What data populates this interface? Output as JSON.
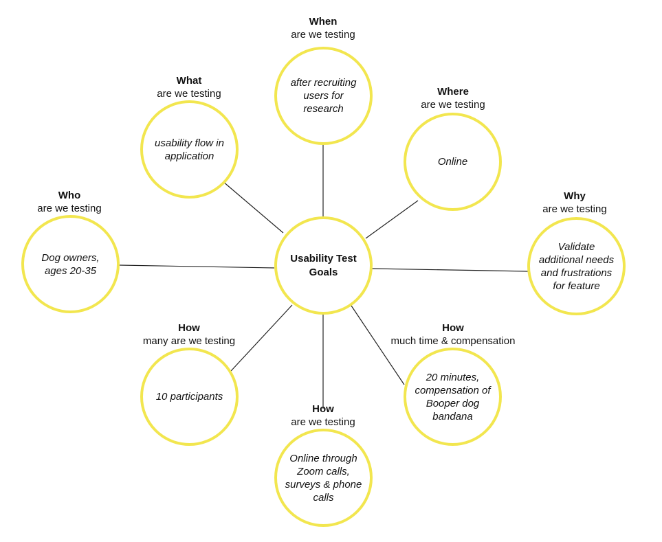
{
  "center": {
    "text": "Usability Test Goals"
  },
  "nodes": {
    "when": {
      "question": "When",
      "detail": "are we testing",
      "answer": "after recruiting users for research"
    },
    "what": {
      "question": "What",
      "detail": "are we testing",
      "answer": "usability flow in application"
    },
    "where": {
      "question": "Where",
      "detail": "are we testing",
      "answer": "Online"
    },
    "who": {
      "question": "Who",
      "detail": "are we testing",
      "answer": "Dog owners, ages 20-35"
    },
    "why": {
      "question": "Why",
      "detail": "are we testing",
      "answer": "Validate additional needs and frustrations for feature"
    },
    "how_many": {
      "question": "How",
      "detail": "many are we testing",
      "answer": "10 participants"
    },
    "how_time": {
      "question": "How",
      "detail": "much time & compensation",
      "answer": "20 minutes, compensation of Booper dog bandana"
    },
    "how_test": {
      "question": "How",
      "detail": "are we testing",
      "answer": "Online through Zoom calls, surveys & phone calls"
    }
  },
  "colors": {
    "circle_border": "#f2e64f",
    "line": "#222222"
  }
}
